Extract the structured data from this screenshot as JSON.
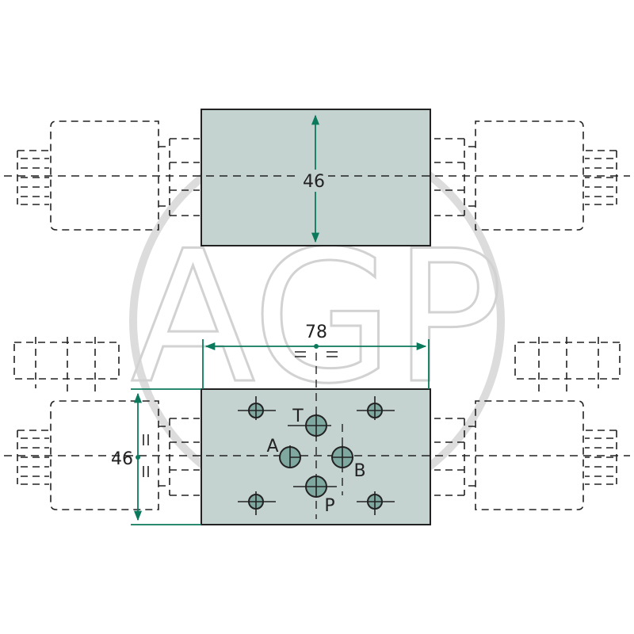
{
  "watermark": "AGP",
  "top_view": {
    "height_label": "46"
  },
  "bottom_view": {
    "width_label": "78",
    "height_label": "46"
  },
  "ports": {
    "t": "T",
    "a": "A",
    "b": "B",
    "p": "P"
  },
  "colors": {
    "block": "#c5d3d0",
    "port": "#7fa8a0",
    "dimension": "#0b7a5c"
  }
}
